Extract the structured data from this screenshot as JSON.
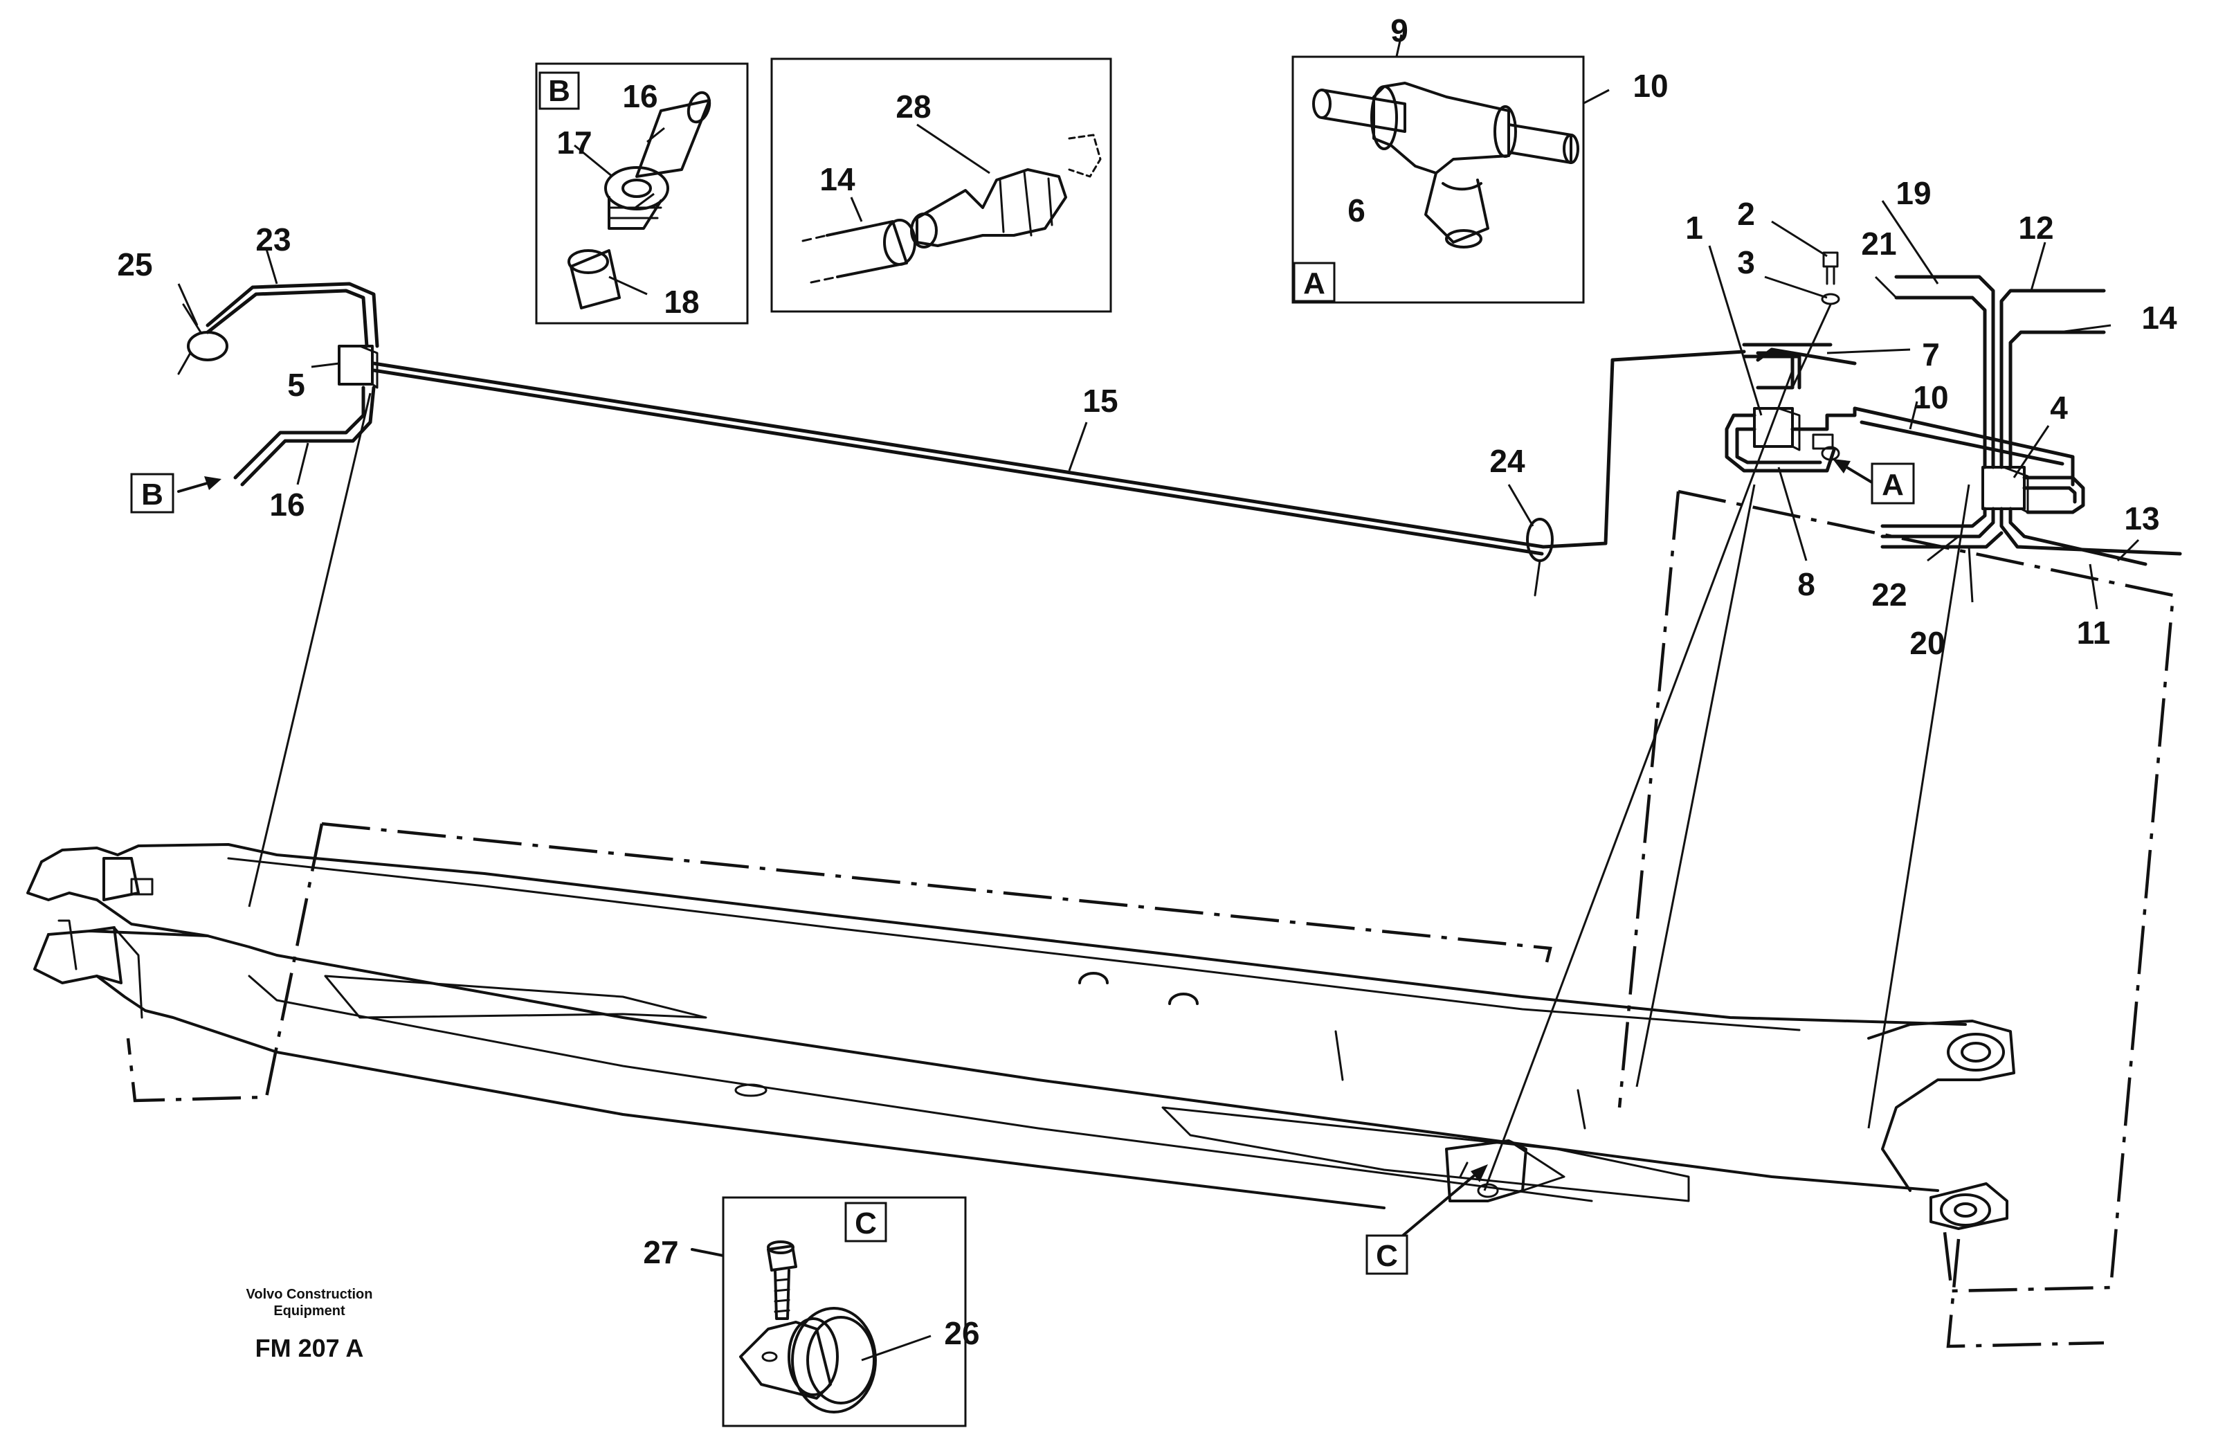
{
  "callouts": [
    {
      "id": "c1",
      "text": "1"
    },
    {
      "id": "c2",
      "text": "2"
    },
    {
      "id": "c3",
      "text": "3"
    },
    {
      "id": "c4",
      "text": "4"
    },
    {
      "id": "c5",
      "text": "5"
    },
    {
      "id": "c6",
      "text": "6"
    },
    {
      "id": "c7",
      "text": "7"
    },
    {
      "id": "c8",
      "text": "8"
    },
    {
      "id": "c9",
      "text": "9"
    },
    {
      "id": "c10a",
      "text": "10"
    },
    {
      "id": "c10b",
      "text": "10"
    },
    {
      "id": "c11",
      "text": "11"
    },
    {
      "id": "c12",
      "text": "12"
    },
    {
      "id": "c13",
      "text": "13"
    },
    {
      "id": "c14a",
      "text": "14"
    },
    {
      "id": "c14b",
      "text": "14"
    },
    {
      "id": "c15",
      "text": "15"
    },
    {
      "id": "c16a",
      "text": "16"
    },
    {
      "id": "c16b",
      "text": "16"
    },
    {
      "id": "c17",
      "text": "17"
    },
    {
      "id": "c18",
      "text": "18"
    },
    {
      "id": "c19",
      "text": "19"
    },
    {
      "id": "c20",
      "text": "20"
    },
    {
      "id": "c21",
      "text": "21"
    },
    {
      "id": "c22",
      "text": "22"
    },
    {
      "id": "c23",
      "text": "23"
    },
    {
      "id": "c24",
      "text": "24"
    },
    {
      "id": "c25",
      "text": "25"
    },
    {
      "id": "c26",
      "text": "26"
    },
    {
      "id": "c27",
      "text": "27"
    },
    {
      "id": "c28",
      "text": "28"
    }
  ],
  "detail_boxes": {
    "a": "A",
    "b": "B",
    "c": "C"
  },
  "markers": {
    "a": "A",
    "b": "B",
    "c": "C"
  },
  "footer": {
    "brand_line1": "Volvo Construction",
    "brand_line2": "Equipment",
    "figure_code": "FM 207 A"
  }
}
